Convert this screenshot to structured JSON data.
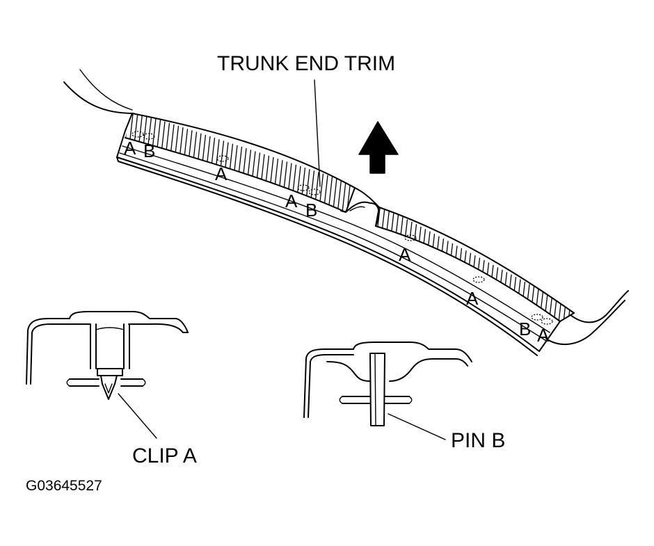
{
  "labels": {
    "title": "TRUNK END TRIM",
    "clip": "CLIP A",
    "pin": "PIN B",
    "code": "G03645527"
  },
  "markers": {
    "a": "A",
    "b": "B"
  },
  "icons": {
    "arrow": "up-arrow-icon"
  },
  "colors": {
    "line": "#000000",
    "background": "#ffffff"
  }
}
